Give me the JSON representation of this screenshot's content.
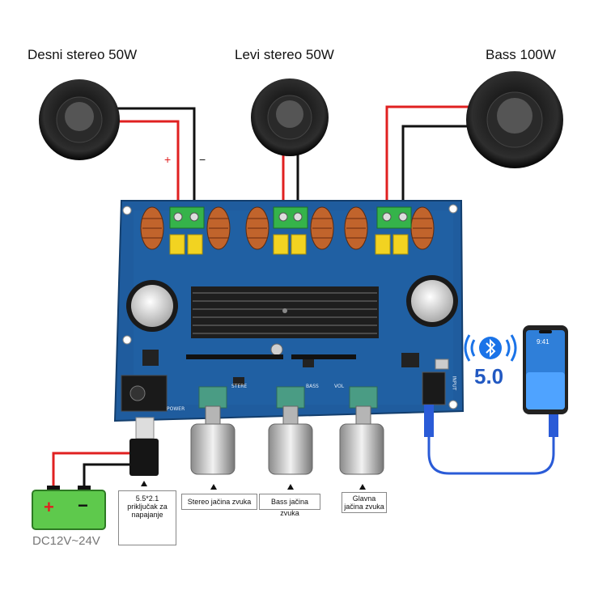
{
  "speakers": {
    "right": {
      "label": "Desni stereo 50W",
      "plus": "+",
      "minus": "−"
    },
    "left": {
      "label": "Levi stereo 50W"
    },
    "bass": {
      "label": "Bass 100W"
    }
  },
  "board": {
    "stere_label": "STERE",
    "bass_label": "BASS",
    "vol_label": "VOL",
    "power_label": "POWER",
    "input_label": "INPUT"
  },
  "bluetooth": {
    "version": "5.0",
    "icon": "bluetooth-icon"
  },
  "phone": {
    "time": "9:41"
  },
  "battery": {
    "plus": "+",
    "minus": "−",
    "voltage": "DC12V~24V"
  },
  "captions": {
    "power_jack": "5.5*2.1 priključak za napajanje",
    "stereo_volume": "Stereo jačina zvuka",
    "bass_volume": "Bass jačina zvuka",
    "main_volume": "Glavna jačina zvuka"
  },
  "colors": {
    "pcb": "#1f5c9e",
    "wire_red": "#e02020",
    "wire_black": "#111111",
    "terminal": "#35b34a",
    "cable": "#2a5bd7"
  }
}
